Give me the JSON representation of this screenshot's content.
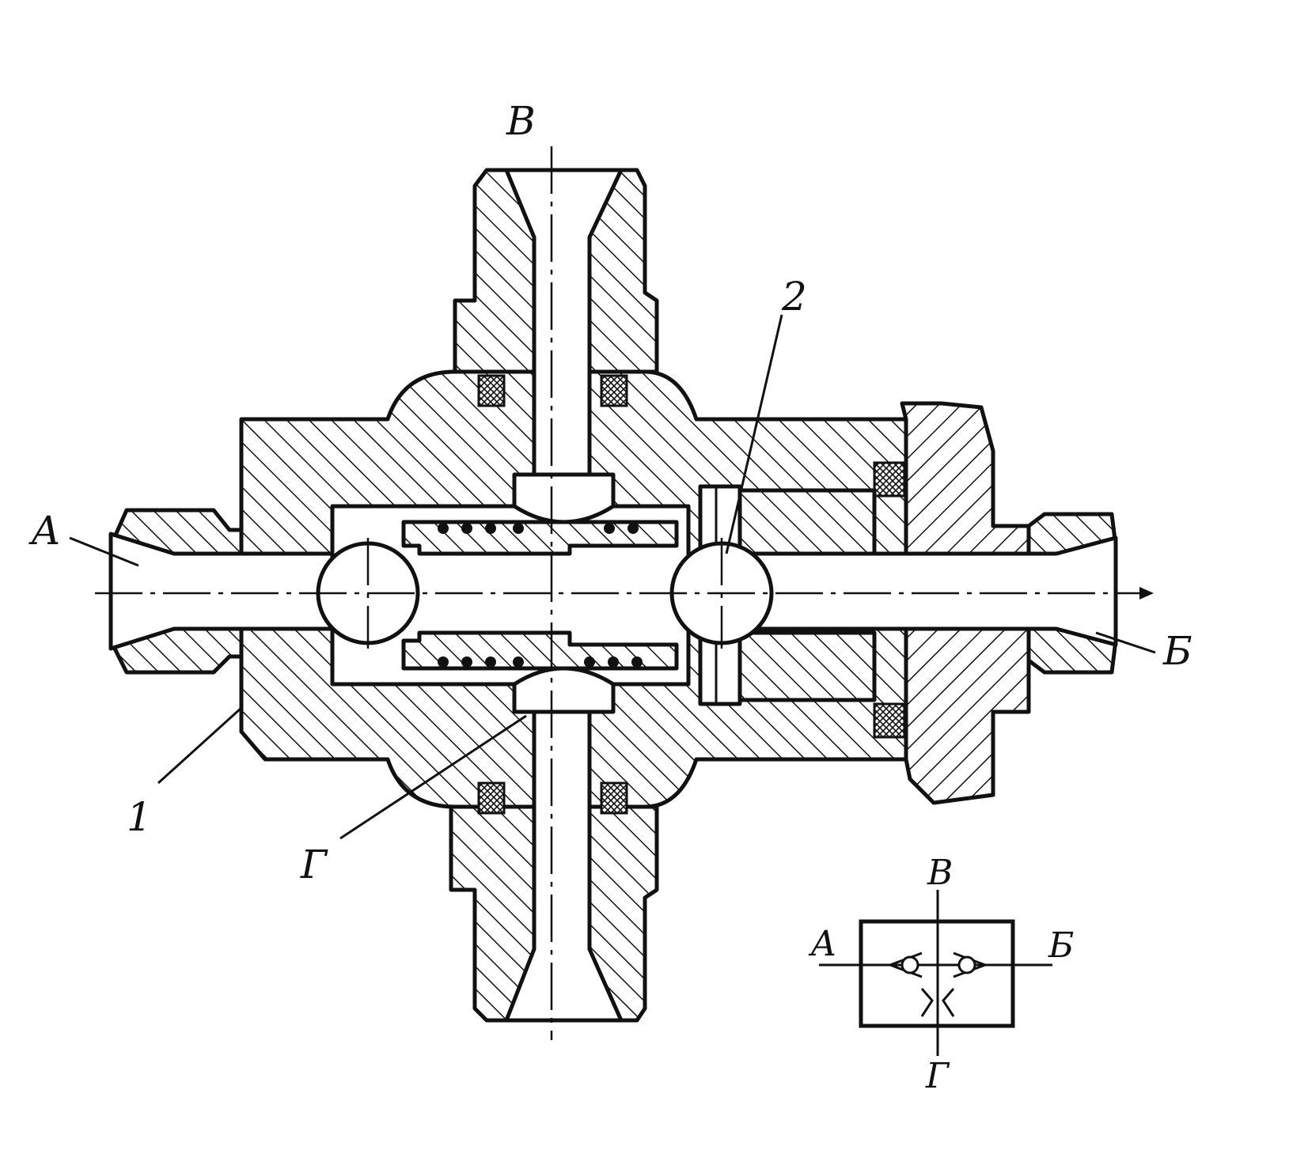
{
  "diagram": {
    "ports": {
      "a": "A",
      "b": "Б",
      "v": "В",
      "g": "Г"
    },
    "parts": {
      "body": "1",
      "piston": "2"
    },
    "symbol_ports": {
      "a": "A",
      "b": "Б",
      "v": "В",
      "g": "Г"
    }
  }
}
